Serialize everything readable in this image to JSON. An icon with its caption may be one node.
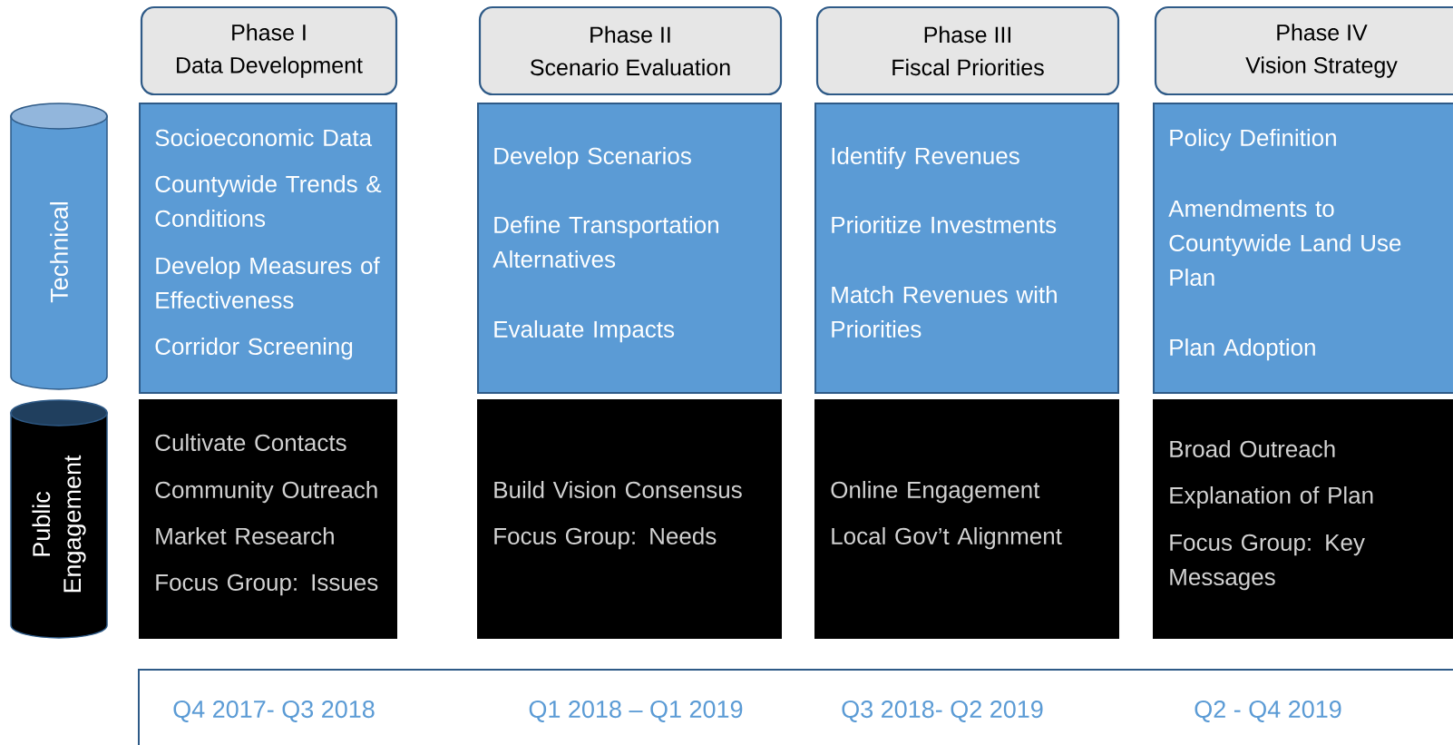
{
  "diagram": {
    "nodes": [
      {
        "text": [
          "Phase I",
          "Data Development"
        ]
      },
      {
        "text": [
          "Phase II",
          "Scenario Evaluation"
        ]
      },
      {
        "text": [
          "Phase III",
          "Fiscal Priorities"
        ]
      },
      {
        "text": [
          "Phase IV",
          "Vision Strategy"
        ]
      },
      {
        "text": [
          "Technical"
        ]
      },
      {
        "text": [
          "Socioeconomic Data",
          "Countywide Trends & Conditions",
          "Develop Measures of Effectiveness",
          "Corridor Screening"
        ]
      },
      {
        "text": [
          "Develop Scenarios",
          "Define Transportation Alternatives",
          "Evaluate Impacts"
        ]
      },
      {
        "text": [
          "Identify Revenues",
          "Prioritize Investments",
          "Match Revenues with Priorities"
        ]
      },
      {
        "text": [
          "Policy Definition",
          "Amendments to Countywide Land Use Plan",
          "Plan Adoption"
        ]
      },
      {
        "text": [
          "Public Engagement"
        ]
      },
      {
        "text": [
          "Cultivate Contacts",
          "Community Outreach",
          "Market Research",
          "Focus Group: Issues"
        ]
      },
      {
        "text": [
          "Build Vision Consensus",
          "Focus Group: Needs"
        ]
      },
      {
        "text": [
          "Online Engagement",
          "Local Gov’t Alignment"
        ]
      },
      {
        "text": [
          "Broad Outreach",
          "Explanation of Plan",
          "Focus Group: Key Messages"
        ]
      },
      {
        "text": [
          "Q4 2017- Q3 2018",
          "Q1 2018 – Q1 2019",
          "Q3 2018- Q2 2019",
          "Q2 - Q4 2019"
        ]
      }
    ]
  }
}
